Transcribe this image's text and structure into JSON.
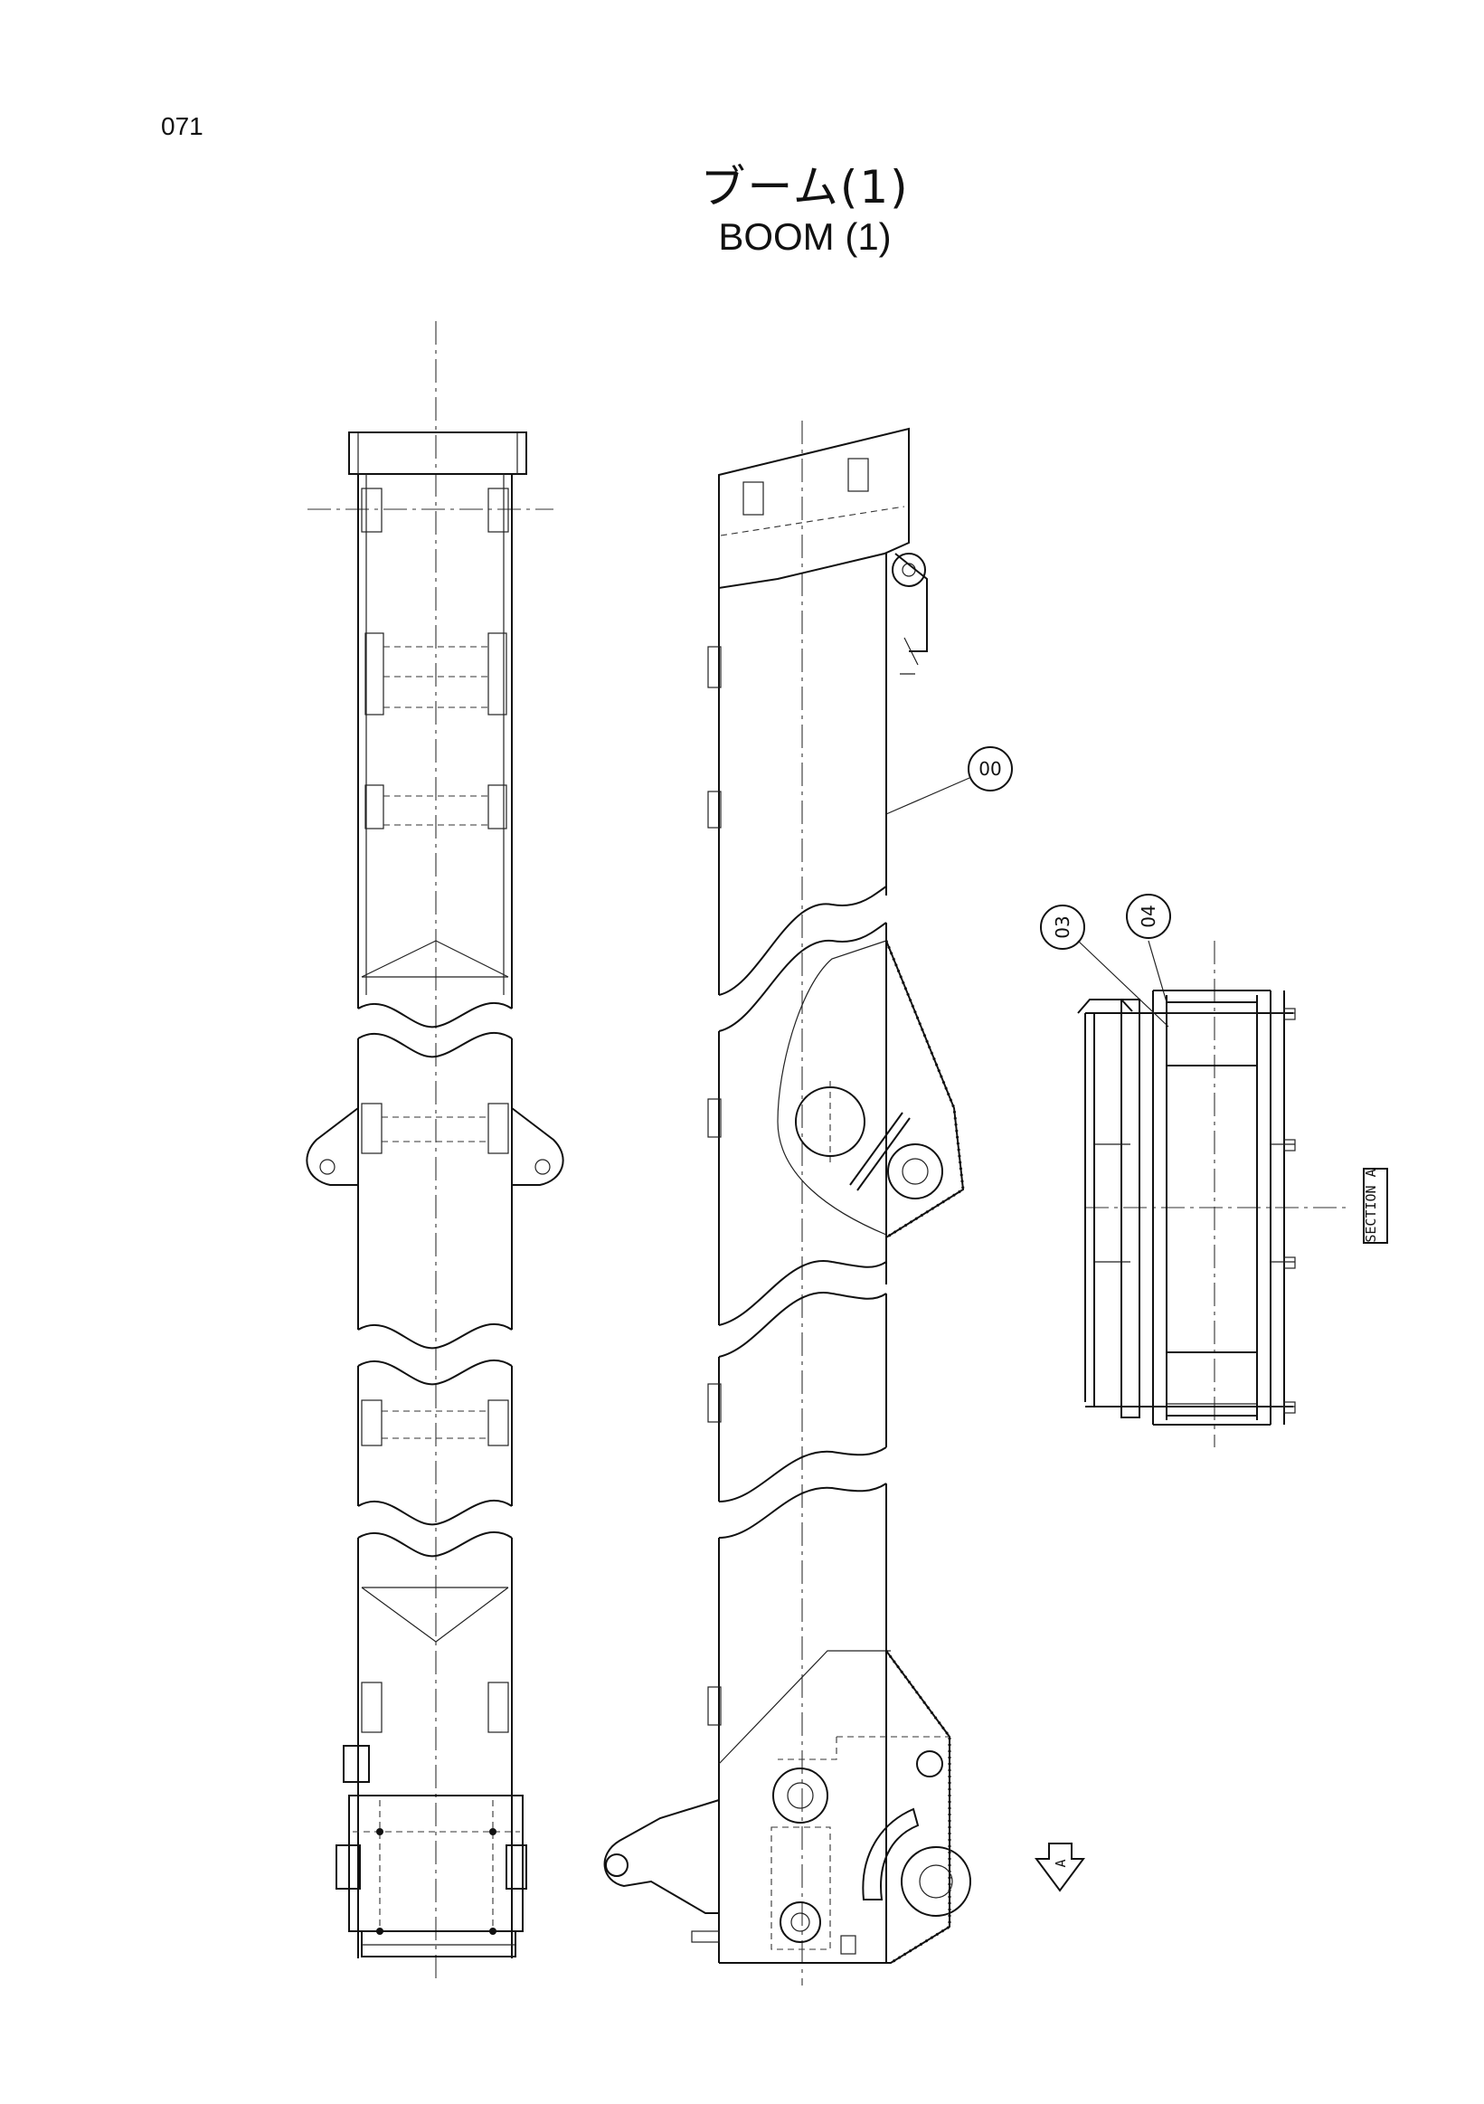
{
  "page": {
    "number": "071"
  },
  "title": {
    "japanese": "ブーム(1)",
    "english": "BOOM (1)"
  },
  "callouts": [
    {
      "id": "callout-00",
      "label": "00"
    },
    {
      "id": "callout-03",
      "label": "03"
    },
    {
      "id": "callout-04",
      "label": "04"
    }
  ],
  "section_marker": {
    "label": "SECTION A",
    "arrow_label": "A"
  }
}
